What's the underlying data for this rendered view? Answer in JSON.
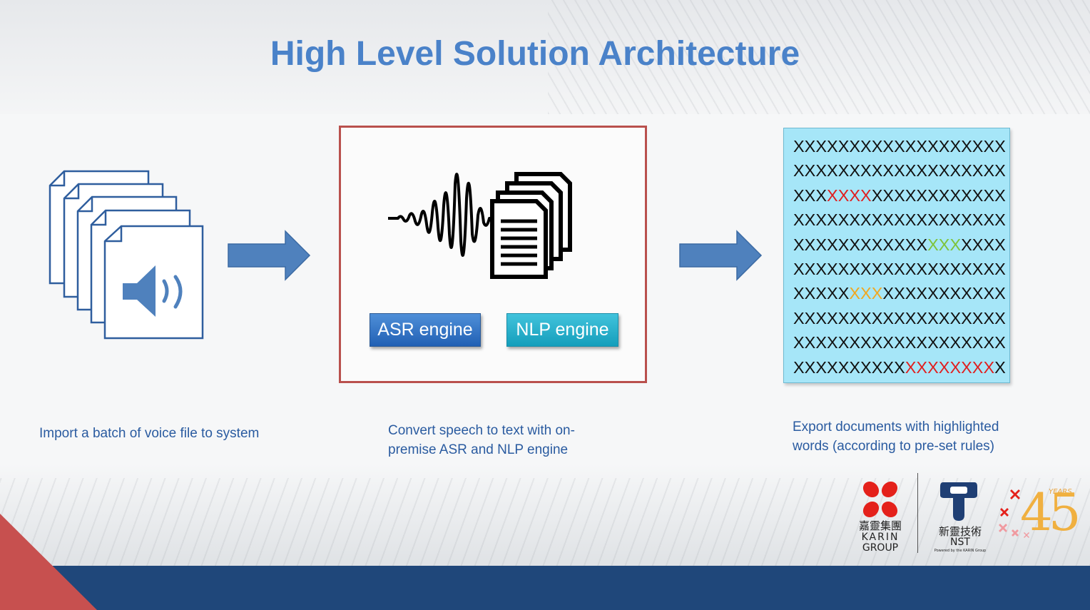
{
  "title": "High Level Solution Architecture",
  "captions": {
    "import": "Import a batch of voice file to system",
    "convert": "Convert speech to text with on-premise ASR and NLP engine",
    "export": "Export documents with highlighted words (according to pre-set rules)"
  },
  "engines": {
    "asr": "ASR engine",
    "nlp": "NLP engine"
  },
  "document_lines": [
    [
      {
        "t": "XXXXXXXXXXXXXXXXXXX",
        "c": ""
      }
    ],
    [
      {
        "t": "XXXXXXXXXXXXXXXXXXX",
        "c": ""
      }
    ],
    [
      {
        "t": "XXX",
        "c": ""
      },
      {
        "t": "XXXX",
        "c": "red"
      },
      {
        "t": "XXXXXXXXXXXX",
        "c": ""
      }
    ],
    [
      {
        "t": "XXXXXXXXXXXXXXXXXXX",
        "c": ""
      }
    ],
    [
      {
        "t": "XXXXXXXXXXXX",
        "c": ""
      },
      {
        "t": "XXX",
        "c": "green"
      },
      {
        "t": "XXXX",
        "c": ""
      }
    ],
    [
      {
        "t": "XXXXXXXXXXXXXXXXXXX",
        "c": ""
      }
    ],
    [
      {
        "t": "XXXXX",
        "c": ""
      },
      {
        "t": "XXX",
        "c": "orange"
      },
      {
        "t": "XXXXXXXXXXX",
        "c": ""
      }
    ],
    [
      {
        "t": "XXXXXXXXXXXXXXXXXXX",
        "c": ""
      }
    ],
    [
      {
        "t": "XXXXXXXXXXXXXXXXXXX",
        "c": ""
      }
    ],
    [
      {
        "t": "XXXXXXXXXX",
        "c": ""
      },
      {
        "t": "XXXXXXXX",
        "c": "red"
      },
      {
        "t": "X",
        "c": ""
      }
    ]
  ],
  "logos": {
    "karin_cn": "嘉靈集團",
    "karin_en1": "KARIN",
    "karin_en2": "GROUP",
    "nst_cn": "新靈技術",
    "nst_en": "NST",
    "nst_sub": "Powered by the KARIN Group",
    "years_label": "YEARS",
    "years_number": "45"
  },
  "colors": {
    "title": "#4a82c9",
    "arrow": "#4f81bd",
    "center_border": "#b9504d",
    "doc_bg": "#a6e6f8",
    "footer": "#1f477a",
    "accent_red": "#e02020"
  }
}
